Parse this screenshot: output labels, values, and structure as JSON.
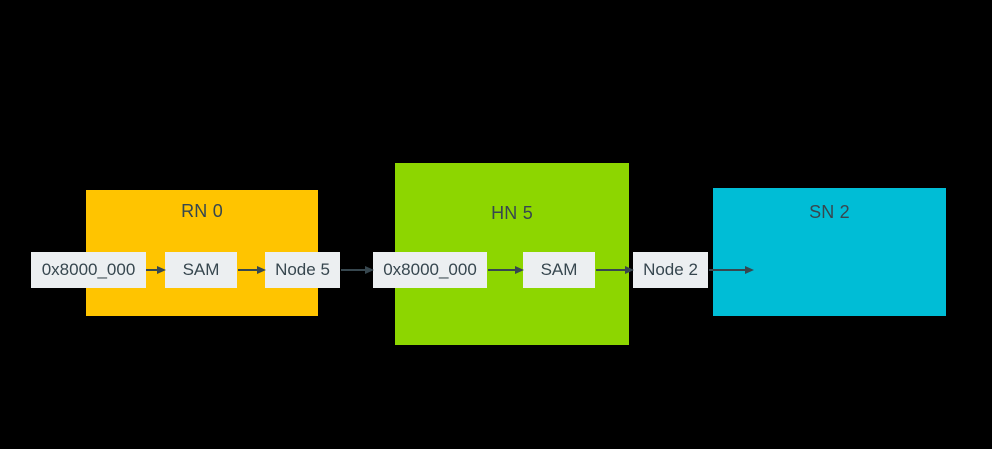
{
  "diagram": {
    "title_hint": "Address flow from requesting node through SAM lookups to target nodes",
    "colors": {
      "background": "#000000",
      "text": "#37474F",
      "chip_bg": "#ECEFF1",
      "arrow": "#37474F",
      "rn_fill": "#FFC400",
      "hn_fill": "#8DD600",
      "sn_fill": "#00BDD6"
    },
    "nodes": [
      {
        "id": "rn0",
        "label": "RN 0",
        "color": "#FFC400"
      },
      {
        "id": "hn5",
        "label": "HN 5",
        "color": "#8DD600"
      },
      {
        "id": "sn2",
        "label": "SN 2",
        "color": "#00BDD6"
      }
    ],
    "chips": [
      {
        "id": "rn-address",
        "label": "0x8000_000"
      },
      {
        "id": "rn-sam",
        "label": "SAM"
      },
      {
        "id": "rn-target-node",
        "label": "Node 5"
      },
      {
        "id": "hn-address",
        "label": "0x8000_000"
      },
      {
        "id": "hn-sam",
        "label": "SAM"
      },
      {
        "id": "hn-target-node",
        "label": "Node 2"
      }
    ],
    "connections": [
      {
        "from": "0x8000_000 (RN 0)",
        "to": "SAM (RN 0)"
      },
      {
        "from": "SAM (RN 0)",
        "to": "Node 5"
      },
      {
        "from": "Node 5",
        "to": "0x8000_000 (HN 5)"
      },
      {
        "from": "0x8000_000 (HN 5)",
        "to": "SAM (HN 5)"
      },
      {
        "from": "SAM (HN 5)",
        "to": "Node 2"
      },
      {
        "from": "Node 2",
        "to": "SN 2"
      }
    ]
  }
}
